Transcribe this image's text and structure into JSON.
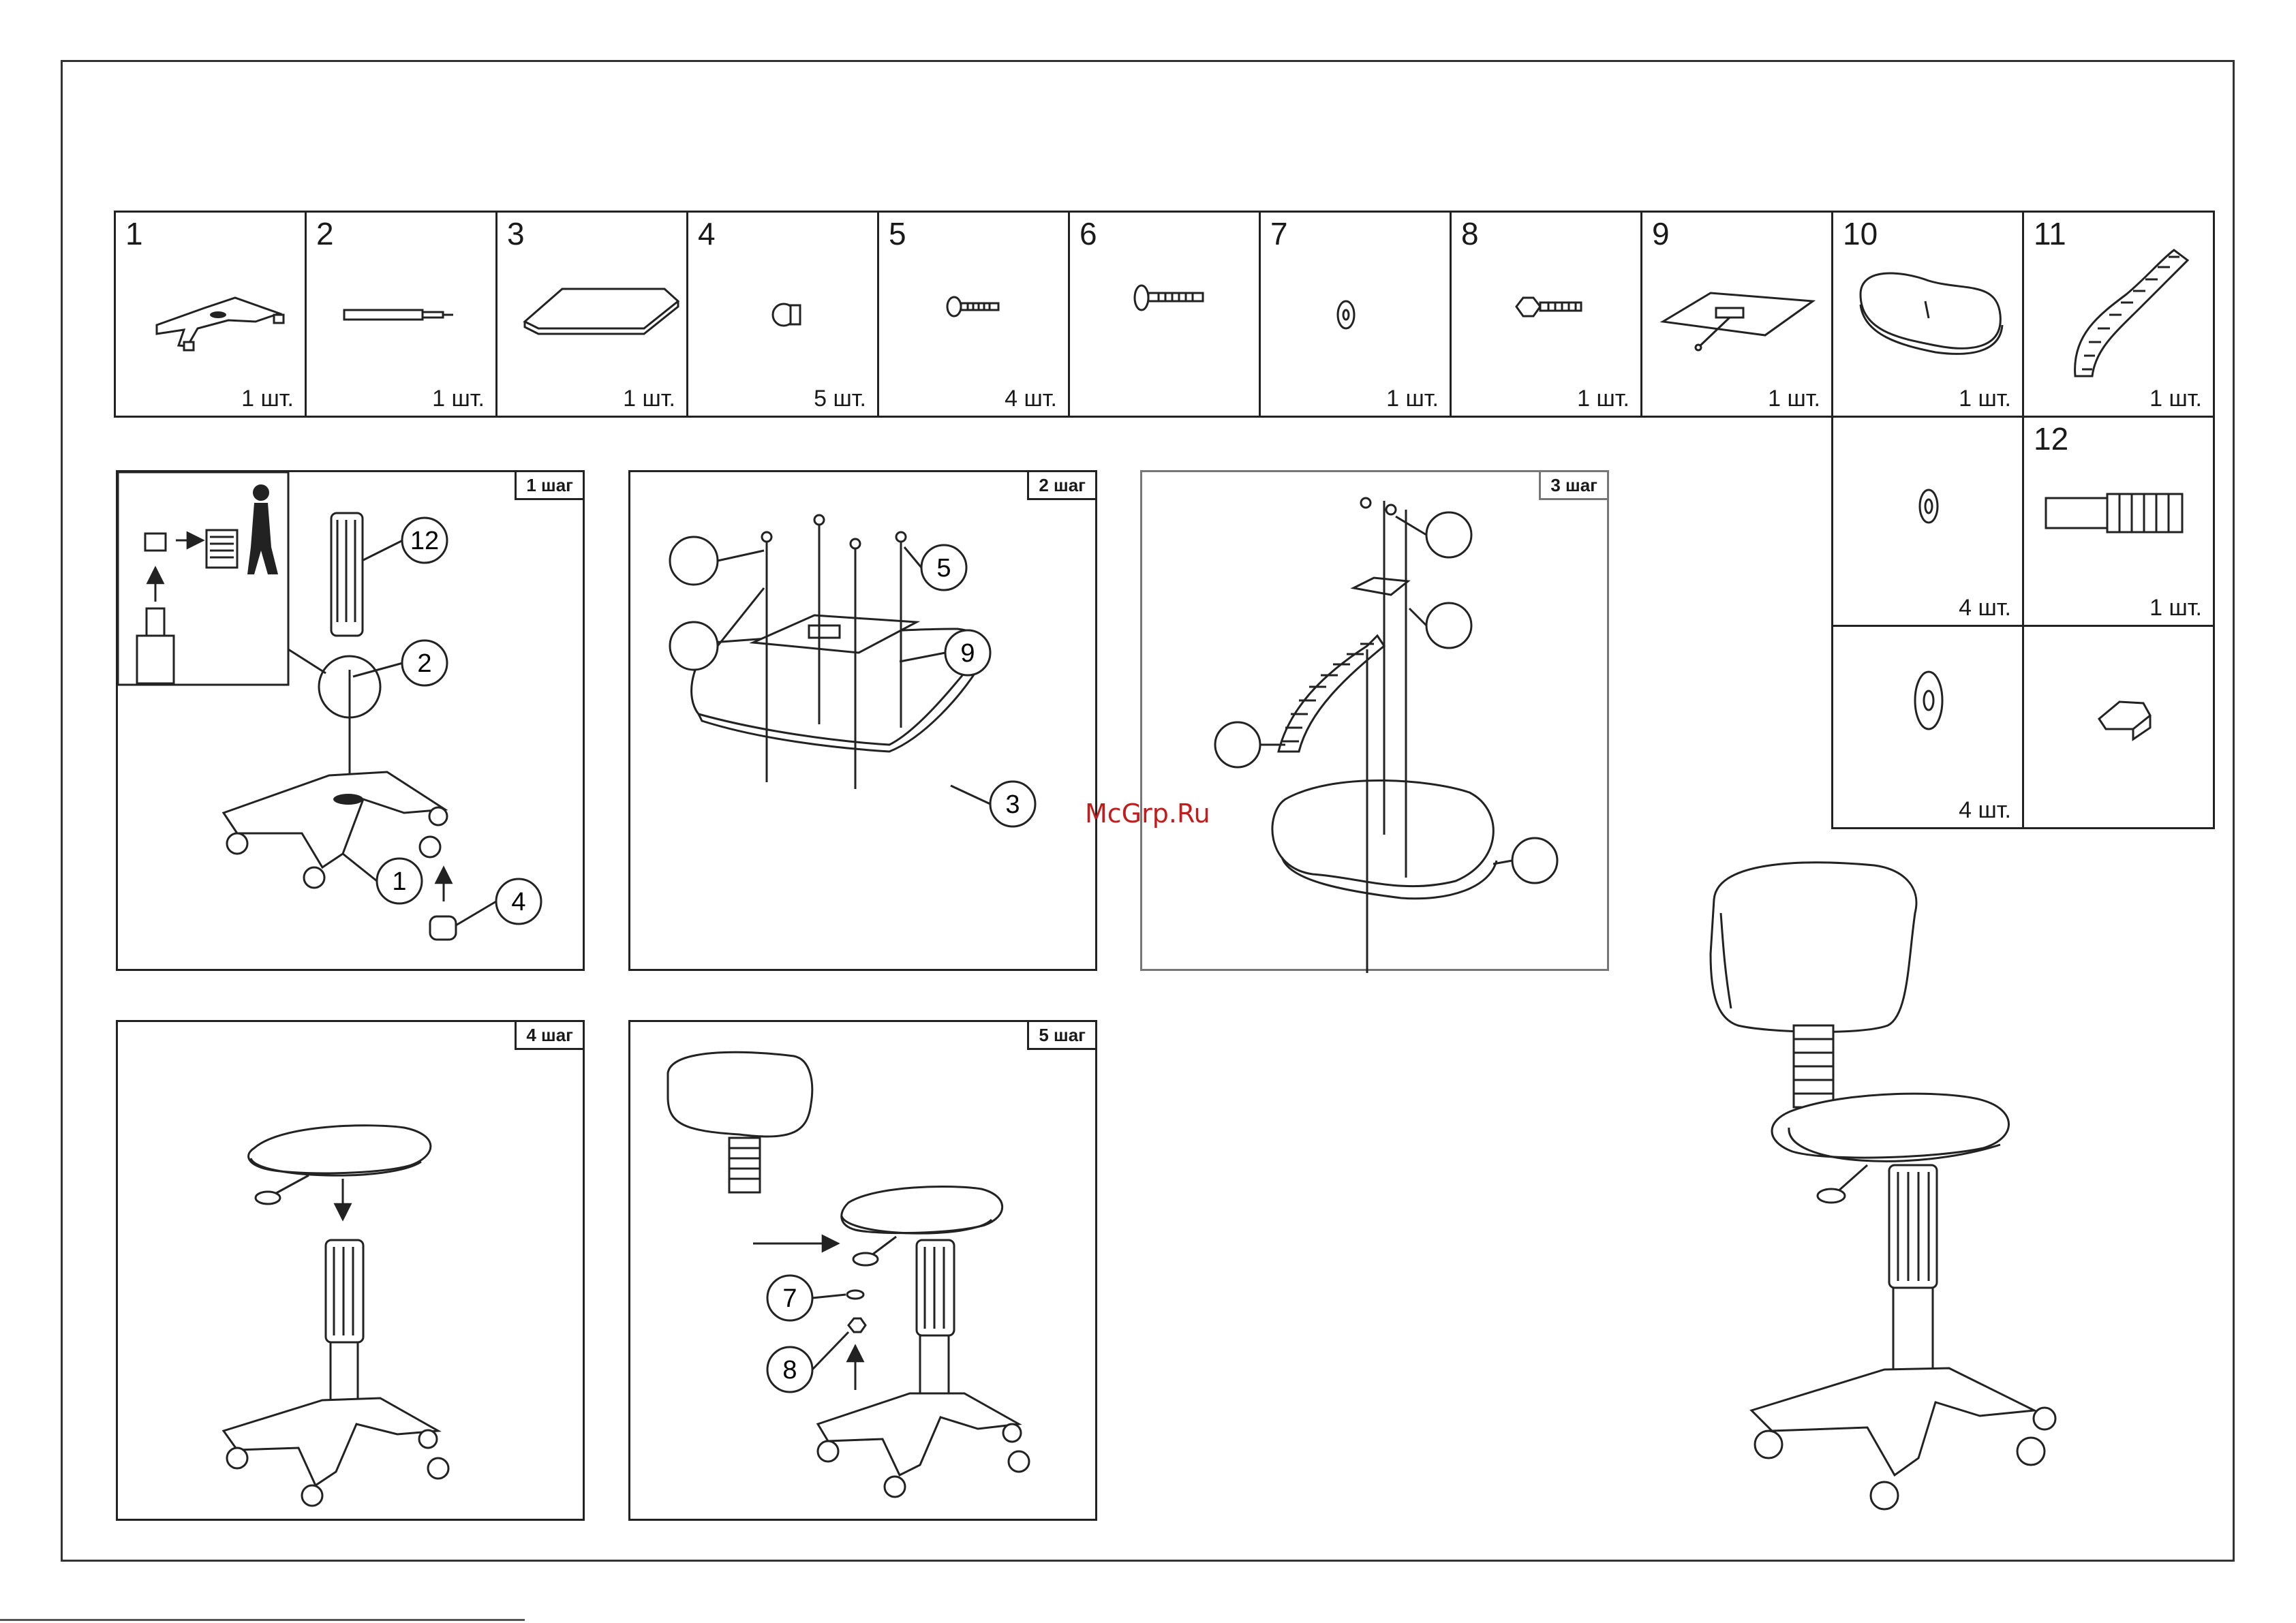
{
  "parts": [
    {
      "num": "1",
      "qty": "1 шт.",
      "icon": "base-star-icon"
    },
    {
      "num": "2",
      "qty": "1 шт.",
      "icon": "gas-lift-icon"
    },
    {
      "num": "3",
      "qty": "1 шт.",
      "icon": "seat-plate-icon"
    },
    {
      "num": "4",
      "qty": "5 шт.",
      "icon": "caster-icon"
    },
    {
      "num": "5",
      "qty": "4 шт.",
      "icon": "screw-icon"
    },
    {
      "num": "6",
      "qty": "",
      "icon": "long-screw-icon"
    },
    {
      "num": "7",
      "qty": "1 шт.",
      "icon": "washer-icon"
    },
    {
      "num": "8",
      "qty": "1 шт.",
      "icon": "bolt-icon"
    },
    {
      "num": "9",
      "qty": "1 шт.",
      "icon": "mechanism-plate-icon"
    },
    {
      "num": "10",
      "qty": "1 шт.",
      "icon": "back-seat-icon"
    },
    {
      "num": "11",
      "qty": "1 шт.",
      "icon": "back-support-icon"
    },
    {
      "num": "",
      "qty": "4 шт.",
      "icon": "spring-washer-icon"
    },
    {
      "num": "12",
      "qty": "1 шт.",
      "icon": "lift-cover-icon"
    },
    {
      "num": "",
      "qty": "4 шт.",
      "icon": "flat-washer-icon"
    },
    {
      "num": "",
      "qty": "",
      "icon": "bracket-icon"
    }
  ],
  "steps": [
    {
      "label": "1 шаг",
      "callouts": [
        "12",
        "2",
        "1",
        "4"
      ]
    },
    {
      "label": "2 шаг",
      "callouts": [
        "5",
        "9",
        "3"
      ]
    },
    {
      "label": "3 шаг",
      "callouts": []
    },
    {
      "label": "4 шаг",
      "callouts": []
    },
    {
      "label": "5 шаг",
      "callouts": [
        "7",
        "8"
      ]
    }
  ],
  "watermark": "McGrp.Ru"
}
